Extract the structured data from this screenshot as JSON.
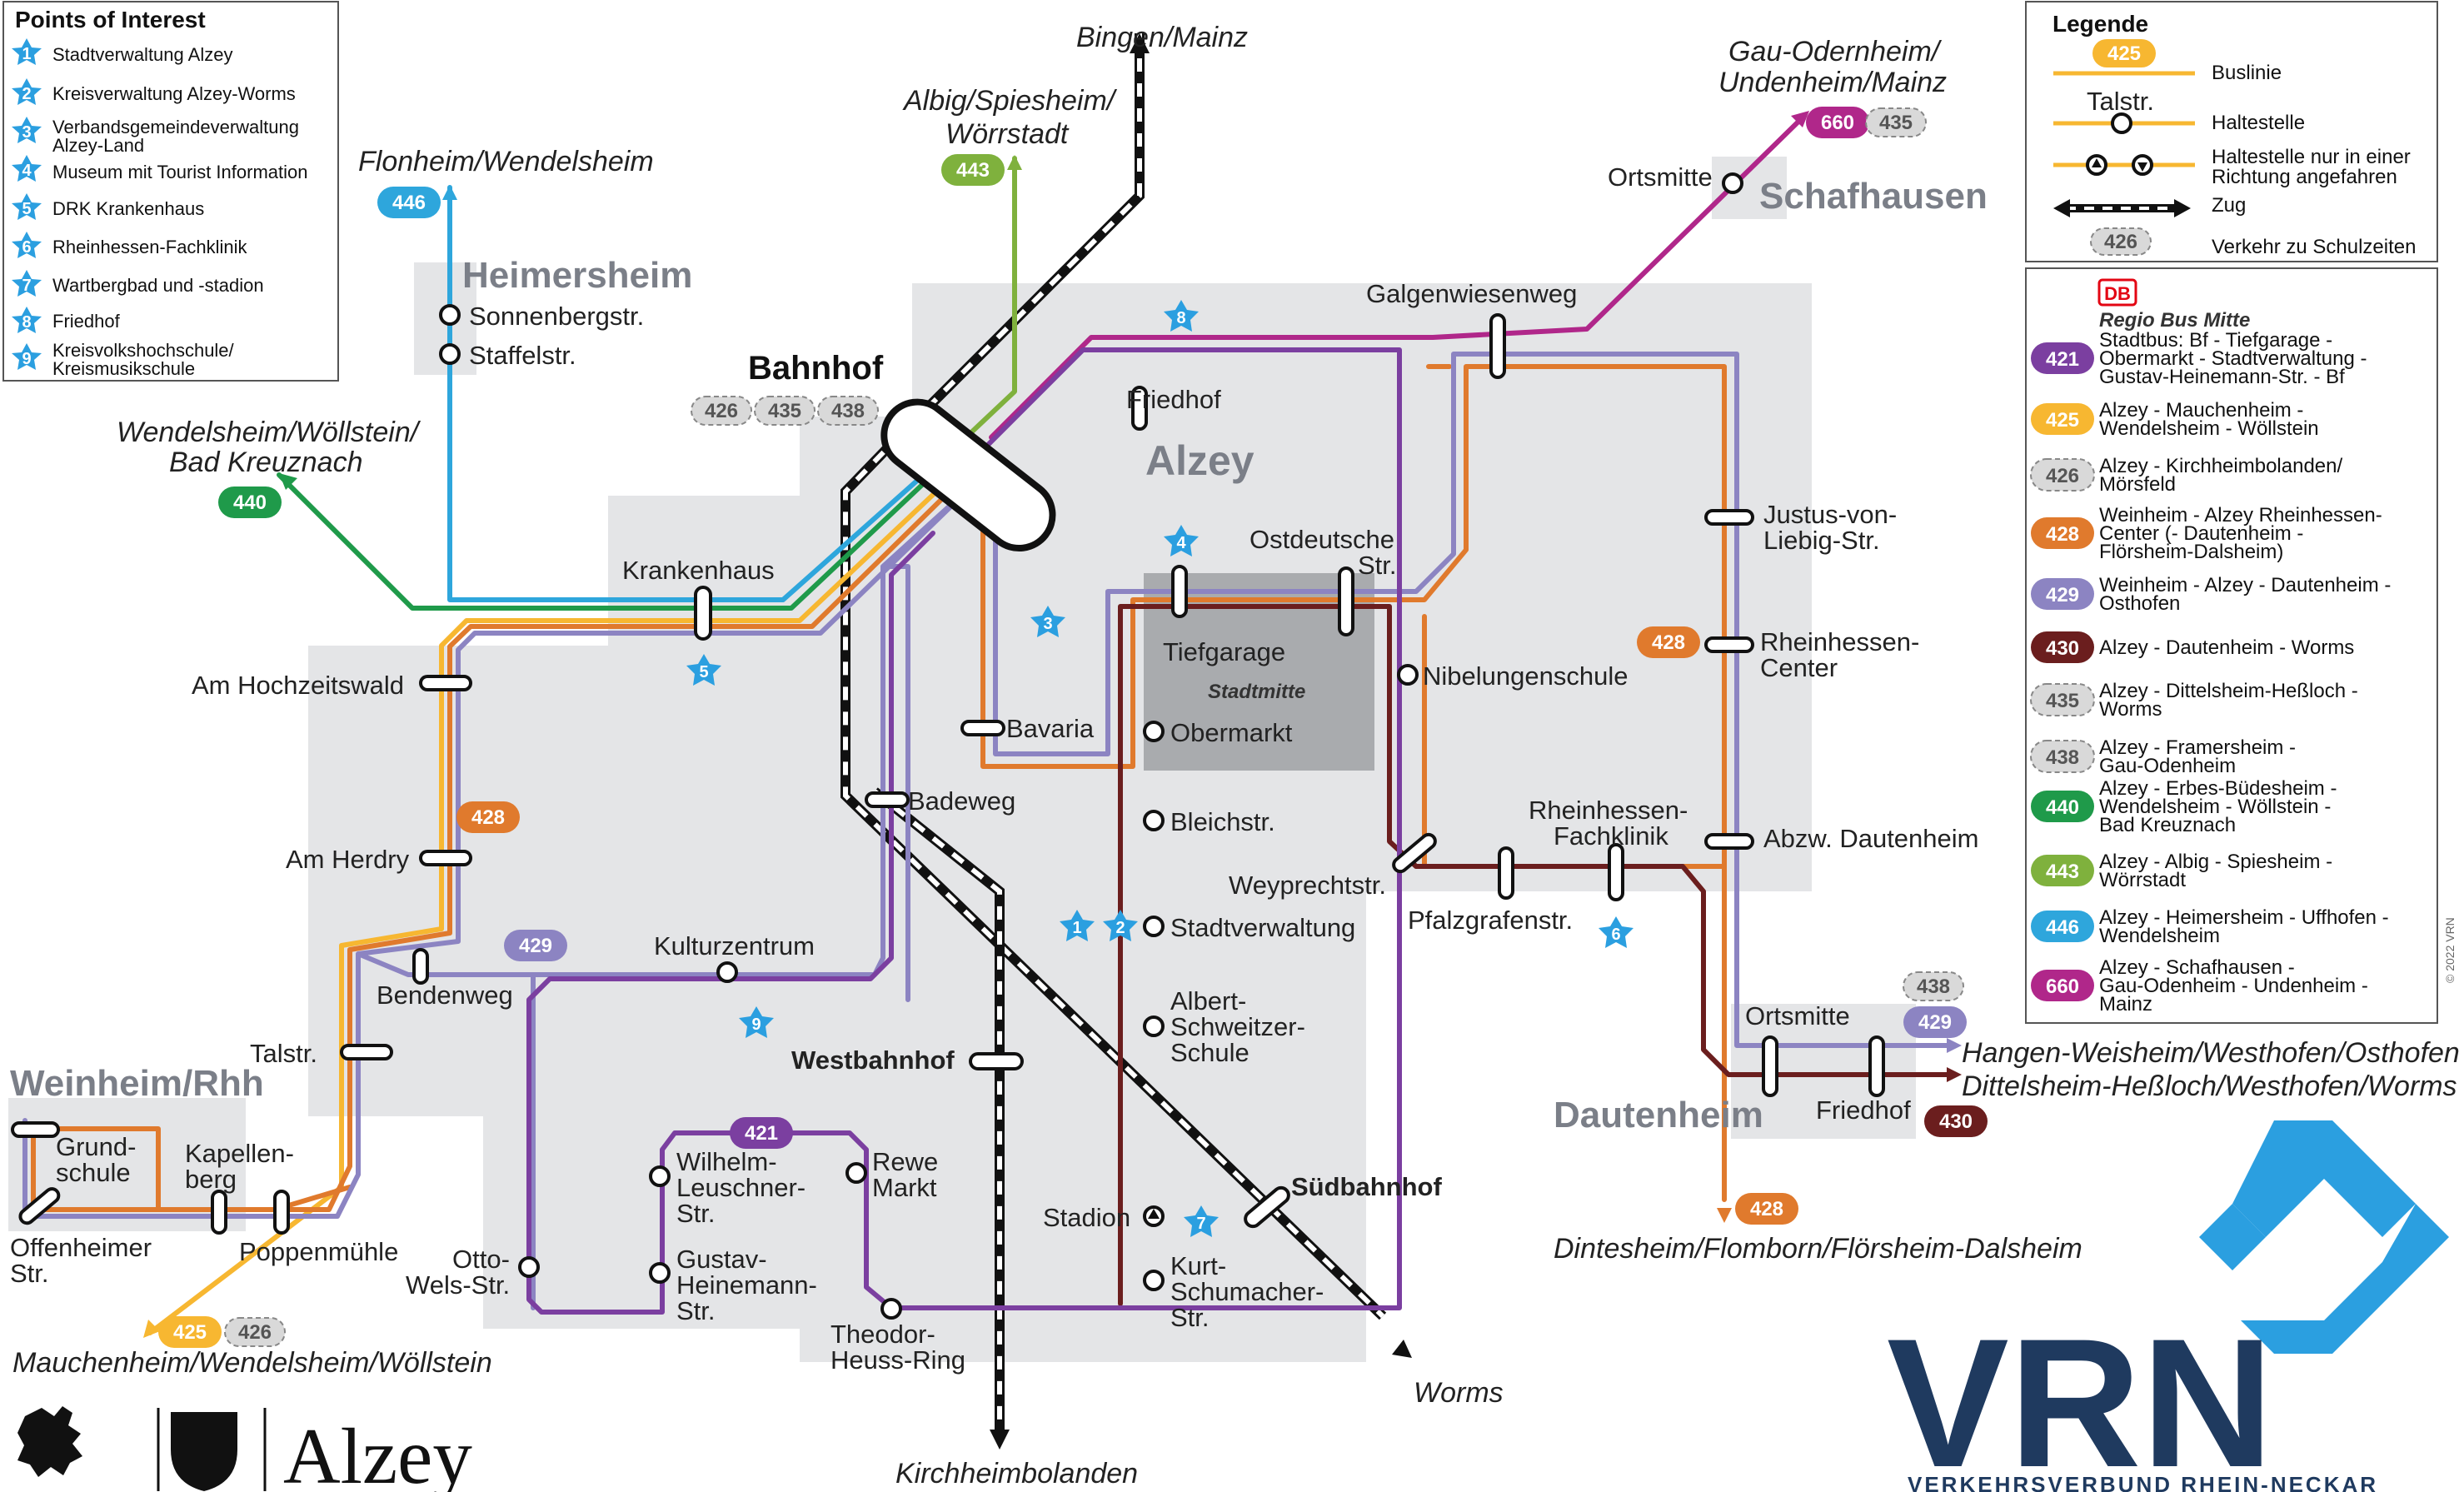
{
  "colors": {
    "line_421": "#7b3fa0",
    "line_425": "#f7b731",
    "line_426": "#bfbfbf",
    "line_428": "#e07a2d",
    "line_429": "#8c84c2",
    "line_430": "#6b1e1e",
    "line_435": "#bfbfbf",
    "line_438": "#bfbfbf",
    "line_440": "#1f9a4a",
    "line_443": "#7fb13d",
    "line_446": "#2ea6dc",
    "line_660": "#b0278a",
    "poi_star": "#2b9fe0",
    "area": "#e4e5e7",
    "vrn_dark": "#1f3a5f",
    "vrn_light": "#2b9fe0"
  },
  "poi": {
    "title": "Points of Interest",
    "items": [
      {
        "num": "1",
        "label": "Stadtverwaltung Alzey"
      },
      {
        "num": "2",
        "label": "Kreisverwaltung Alzey-Worms"
      },
      {
        "num": "3",
        "label": "Verbandsgemeindeverwaltung",
        "label2": "Alzey-Land"
      },
      {
        "num": "4",
        "label": "Museum mit Tourist Information"
      },
      {
        "num": "5",
        "label": "DRK Krankenhaus"
      },
      {
        "num": "6",
        "label": "Rheinhessen-Fachklinik"
      },
      {
        "num": "7",
        "label": "Wartbergbad und -stadion"
      },
      {
        "num": "8",
        "label": "Friedhof"
      },
      {
        "num": "9",
        "label": "Kreisvolkshochschule/",
        "label2": "Kreismusikschule"
      }
    ]
  },
  "legend": {
    "title": "Legende",
    "bus_badge": "425",
    "bus_label": "Buslinie",
    "stop_name": "Talstr.",
    "stop_label": "Haltestelle",
    "oneway_label1": "Haltestelle nur in einer",
    "oneway_label2": "Richtung angefahren",
    "train_label": "Zug",
    "school_badge": "426",
    "school_label": "Verkehr zu Schulzeiten"
  },
  "operator": {
    "db": "DB",
    "name": "Regio Bus Mitte"
  },
  "lines": [
    {
      "num": "421",
      "l1": "Stadtbus: Bf - Tiefgarage -",
      "l2": "Obermarkt - Stadtverwaltung -",
      "l3": "Gustav-Heinemann-Str. - Bf"
    },
    {
      "num": "425",
      "l1": "Alzey - Mauchenheim -",
      "l2": "Wendelsheim - Wöllstein"
    },
    {
      "num": "426",
      "l1": "Alzey - Kirchheimbolanden/",
      "l2": "Mörsfeld"
    },
    {
      "num": "428",
      "l1": "Weinheim - Alzey Rheinhessen-",
      "l2": "Center (- Dautenheim -",
      "l3": "Flörsheim-Dalsheim)"
    },
    {
      "num": "429",
      "l1": "Weinheim - Alzey - Dautenheim -",
      "l2": "Osthofen"
    },
    {
      "num": "430",
      "l1": "Alzey - Dautenheim - Worms"
    },
    {
      "num": "435",
      "l1": "Alzey - Dittelsheim-Heßloch -",
      "l2": "Worms"
    },
    {
      "num": "438",
      "l1": "Alzey - Framersheim -",
      "l2": "Gau-Odenheim"
    },
    {
      "num": "440",
      "l1": "Alzey - Erbes-Büdesheim -",
      "l2": "Wendelsheim - Wöllstein -",
      "l3": "Bad Kreuznach"
    },
    {
      "num": "443",
      "l1": "Alzey - Albig - Spiesheim -",
      "l2": "Wörrstadt"
    },
    {
      "num": "446",
      "l1": "Alzey - Heimersheim - Uffhofen -",
      "l2": "Wendelsheim"
    },
    {
      "num": "660",
      "l1": "Alzey - Schafhausen -",
      "l2": "Gau-Odenheim - Undenheim -",
      "l3": "Mainz"
    }
  ],
  "towns": {
    "alzey": "Alzey",
    "heimersheim": "Heimersheim",
    "schafhausen": "Schafhausen",
    "weinheim": "Weinheim/Rhh",
    "dautenheim": "Dautenheim",
    "stadtmitte": "Stadtmitte"
  },
  "stops": {
    "bahnhof": "Bahnhof",
    "westbahnhof": "Westbahnhof",
    "suedbahnhof": "Südbahnhof",
    "sonnenberg": "Sonnenbergstr.",
    "staffel": "Staffelstr.",
    "krankenhaus": "Krankenhaus",
    "hochzeitswald": "Am Hochzeitswald",
    "herdry": "Am Herdry",
    "bendenweg": "Bendenweg",
    "talstr": "Talstr.",
    "kulturzentrum": "Kulturzentrum",
    "grundschule1": "Grund-",
    "grundschule2": "schule",
    "kapellenberg1": "Kapellen-",
    "kapellenberg2": "berg",
    "offenheimer1": "Offenheimer",
    "offenheimer2": "Str.",
    "poppenmuehle": "Poppenmühle",
    "otto1": "Otto-",
    "otto2": "Wels-Str.",
    "wilhelm1": "Wilhelm-",
    "wilhelm2": "Leuschner-",
    "wilhelm3": "Str.",
    "gustav1": "Gustav-",
    "gustav2": "Heinemann-",
    "gustav3": "Str.",
    "rewe1": "Rewe",
    "rewe2": "Markt",
    "theodor1": "Theodor-",
    "theodor2": "Heuss-Ring",
    "friedhof": "Friedhof",
    "bavaria": "Bavaria",
    "badeweg": "Badeweg",
    "tiefgarage": "Tiefgarage",
    "obermarkt": "Obermarkt",
    "bleich": "Bleichstr.",
    "stadtverwaltung": "Stadtverwaltung",
    "albert1": "Albert-",
    "albert2": "Schweitzer-",
    "albert3": "Schule",
    "stadion": "Stadion",
    "kurt1": "Kurt-",
    "kurt2": "Schumacher-",
    "kurt3": "Str.",
    "ostdeutsche1": "Ostdeutsche",
    "ostdeutsche2": "Str.",
    "nibelungen": "Nibelungenschule",
    "galgenwiesen": "Galgenwiesenweg",
    "justus1": "Justus-von-",
    "justus2": "Liebig-Str.",
    "rhcenter1": "Rheinhessen-",
    "rhcenter2": "Center",
    "rhfach1": "Rheinhessen-",
    "rhfach2": "Fachklinik",
    "abzw": "Abzw. Dautenheim",
    "weyprecht": "Weyprechtstr.",
    "pfalzgrafen": "Pfalzgrafenstr.",
    "ortsmitte_s": "Ortsmitte",
    "ortsmitte_d": "Ortsmitte",
    "friedhof_d": "Friedhof"
  },
  "destinations": {
    "bingen": "Bingen/Mainz",
    "albig1": "Albig/Spiesheim/",
    "albig2": "Wörrstadt",
    "flonheim": "Flonheim/Wendelsheim",
    "wendelsheim1": "Wendelsheim/Wöllstein/",
    "wendelsheim2": "Bad Kreuznach",
    "gau1": "Gau-Odernheim/",
    "gau2": "Undenheim/Mainz",
    "mauchenheim": "Mauchenheim/Wendelsheim/Wöllstein",
    "kirchheim": "Kirchheimbolanden",
    "worms": "Worms",
    "dintesheim": "Dintesheim/Flomborn/Flörsheim-Dalsheim",
    "hangen": "Hangen-Weisheim/Westhofen/Osthofen",
    "dittelsheim": "Dittelsheim-Heßloch/Westhofen/Worms"
  },
  "badges": {
    "b446": "446",
    "b443": "443",
    "b440": "440",
    "b660": "660",
    "b435": "435",
    "bf426": "426",
    "bf435": "435",
    "bf438": "438",
    "b428a": "428",
    "b428b": "428",
    "b428c": "428",
    "b429a": "429",
    "b429b": "429",
    "b438d": "438",
    "b430": "430",
    "b421": "421",
    "b425": "425",
    "b426m": "426"
  },
  "logos": {
    "vrn": "VRN",
    "vrn_sub": "VERKEHRSVERBUND RHEIN-NECKAR",
    "alzey": "Alzey"
  },
  "copyright": "© 2022 VRN"
}
